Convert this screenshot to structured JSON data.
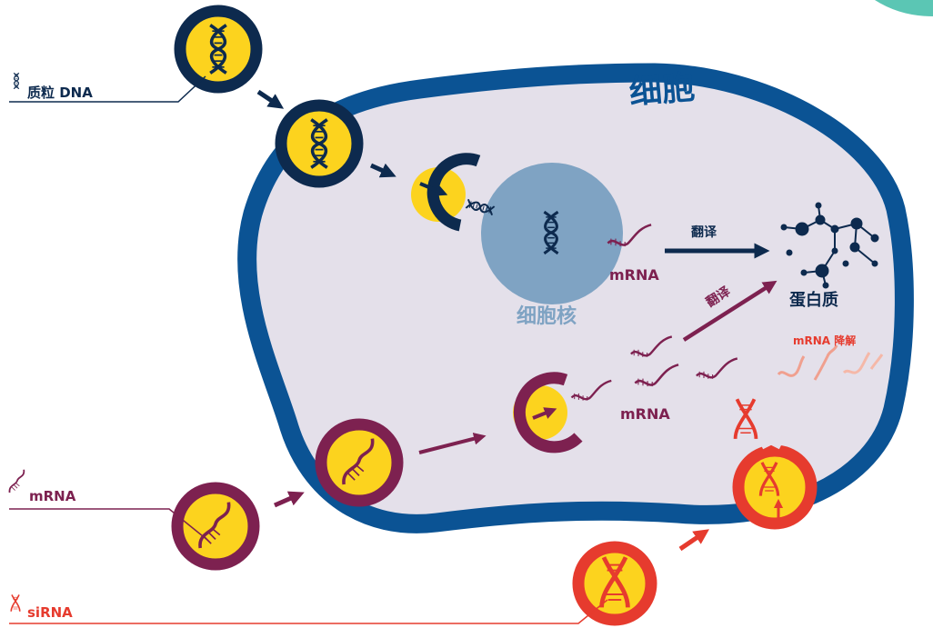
{
  "colors": {
    "cell_membrane": "#0b5394",
    "cytoplasm": "#e4e0ea",
    "nucleus": "#7fa3c3",
    "navy": "#0d2a4e",
    "maroon": "#7d2150",
    "red_orange": "#e63b2e",
    "yellow": "#fcd31e",
    "salmon": "#f0a08f",
    "teal": "#5bc6b4"
  },
  "labels": {
    "cell": "细胞",
    "nucleus": "细胞核",
    "protein": "蛋白质",
    "translation_upper": "翻译",
    "translation_lower": "翻译",
    "mrna_nucleus": "mRNA",
    "mrna_cytoplasm": "mRNA",
    "mrna_degradation": "mRNA 降解"
  },
  "legend": [
    {
      "text": "质粒 DNA",
      "icon": "dna-helix-icon"
    },
    {
      "text": "mRNA",
      "icon": "rna-strand-icon"
    },
    {
      "text": "siRNA",
      "icon": "sirna-icon"
    }
  ]
}
